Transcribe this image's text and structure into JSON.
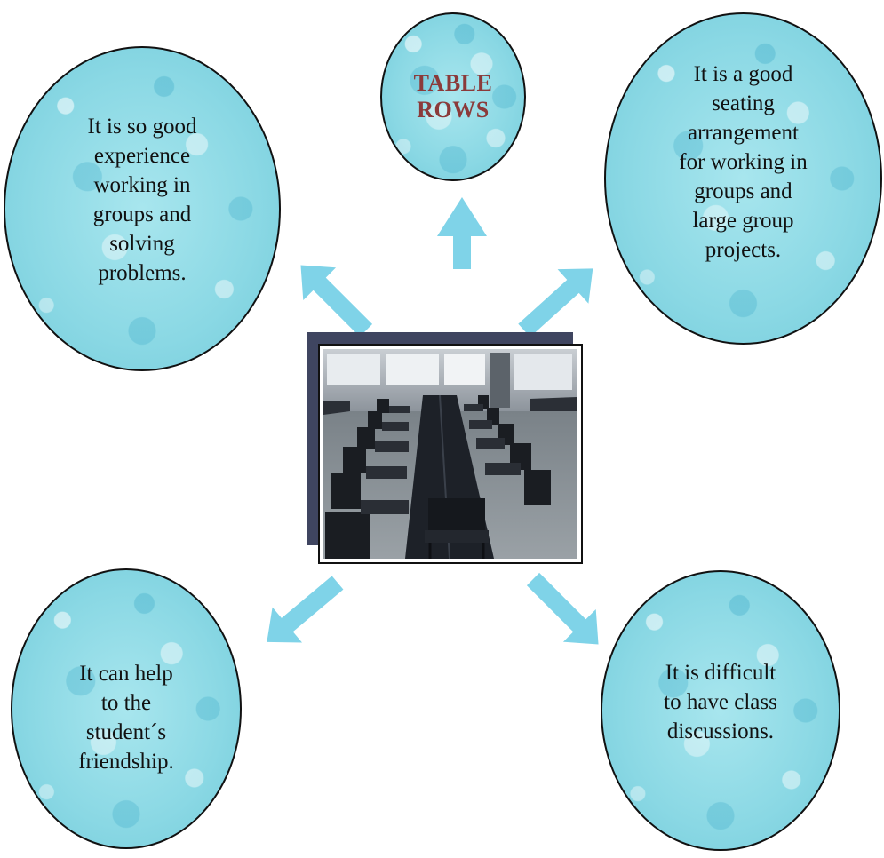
{
  "center": {
    "title_line1": "TABLE",
    "title_line2": "ROWS"
  },
  "bubbles": {
    "top_left": [
      "It is so good",
      "experience",
      "working in",
      "groups and",
      "solving",
      "problems."
    ],
    "top_right": [
      "It is a good",
      "seating",
      "arrangement",
      "for working in",
      "groups and",
      "large group",
      "projects."
    ],
    "bottom_left": [
      "It can help",
      "to the",
      "student´s",
      "friendship."
    ],
    "bottom_right": [
      "It is difficult",
      "to have class",
      "discussions."
    ]
  },
  "photo": {
    "subject": "classroom-table-rows"
  },
  "colors": {
    "bubble_fill": "#8ad8e4",
    "arrow": "#7fd3e8",
    "title_text": "#8b3a3a",
    "photo_shadow": "#3f4560"
  }
}
